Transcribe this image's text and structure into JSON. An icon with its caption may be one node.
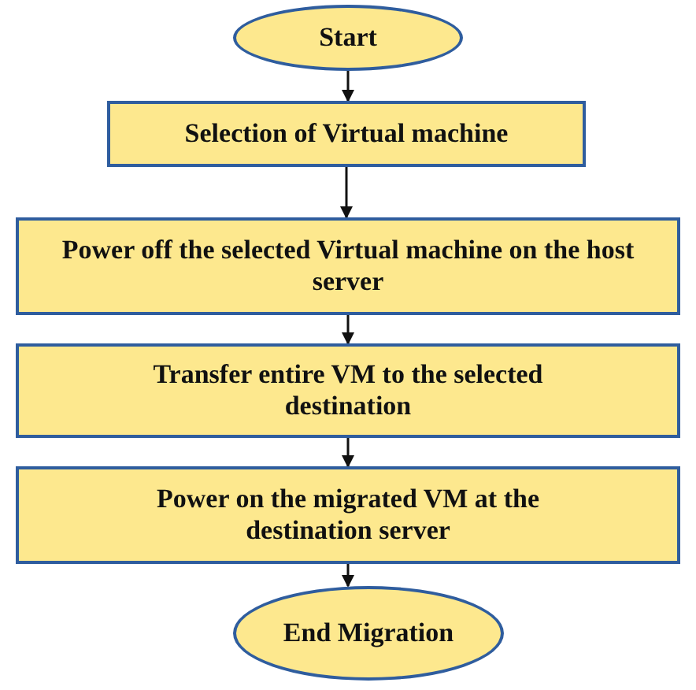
{
  "diagram": {
    "nodes": [
      {
        "text": [
          "Start"
        ]
      },
      {
        "text": [
          "Selection of Virtual machine"
        ]
      },
      {
        "text": [
          "Power off the selected Virtual machine on the host server"
        ]
      },
      {
        "text": [
          "Transfer entire VM to the selected destination"
        ]
      },
      {
        "text": [
          "Power on the migrated VM at the destination server"
        ]
      },
      {
        "text": [
          "End Migration"
        ]
      }
    ],
    "edges": [
      {
        "from": 0,
        "to": 1,
        "arrow": "to"
      },
      {
        "from": 1,
        "to": 2,
        "arrow": "to"
      },
      {
        "from": 2,
        "to": 3,
        "arrow": "to"
      },
      {
        "from": 3,
        "to": 4,
        "arrow": "to"
      },
      {
        "from": 4,
        "to": 5,
        "arrow": "to"
      }
    ]
  }
}
